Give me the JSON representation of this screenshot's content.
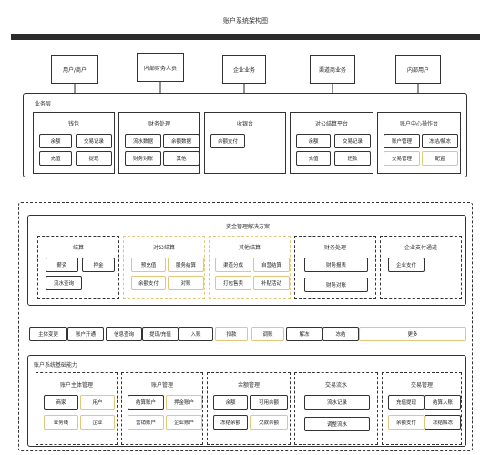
{
  "title": "账户系统架构图",
  "top_boxes": [
    "用户/商户",
    "内部财务人员",
    "企业业务",
    "渠道商业务",
    "内部用户"
  ],
  "business_layer": {
    "label": "业务层",
    "columns": [
      {
        "title": "钱包",
        "items": [
          "余额",
          "交易记录",
          "充值",
          "提现"
        ]
      },
      {
        "title": "财务处理",
        "items": [
          "流水数据",
          "余额数据",
          "财务对账",
          "其他"
        ]
      },
      {
        "title": "收银台",
        "items": [
          "余额支付"
        ]
      },
      {
        "title": "对公结算平台",
        "items": [
          "余额",
          "交易记录",
          "充值",
          "还款"
        ]
      },
      {
        "title": "账户中心操作台",
        "items": [
          "账户管理",
          "冻结/解冻",
          "交易管理",
          "配置"
        ]
      }
    ]
  },
  "fund_solution": {
    "label": "资金管理解决方案",
    "groups": [
      {
        "title": "结算",
        "items": [
          "薪资",
          "押金",
          "流水查询"
        ]
      },
      {
        "title": "对公结算",
        "items": [
          "预充值",
          "服务结算",
          "余额支付",
          "对账"
        ]
      },
      {
        "title": "其他结算",
        "items": [
          "渠道分成",
          "自营结算",
          "打包售卖",
          "补贴活动"
        ]
      },
      {
        "title": "财务处理",
        "items": [
          "财务报表",
          "财务对账"
        ]
      },
      {
        "title": "企业支付通道",
        "items": [
          "企业支付"
        ]
      }
    ]
  },
  "ops_row": [
    "主体变更",
    "账户开通",
    "信息查询",
    "提现/充值",
    "入账",
    "扣款",
    "调账",
    "解冻",
    "冻结",
    "更多"
  ],
  "base_capability": {
    "label": "账户系统基础能力",
    "groups": [
      {
        "title": "账户主体管理",
        "items": [
          "商家",
          "用户",
          "业务线",
          "企业"
        ]
      },
      {
        "title": "账户管理",
        "items": [
          "结算账户",
          "押金账户",
          "营销账户",
          "企业账户"
        ]
      },
      {
        "title": "余额管理",
        "items": [
          "余额",
          "可用余额",
          "冻结余额",
          "欠款余额"
        ]
      },
      {
        "title": "交易流水",
        "items": [
          "流水记录",
          "调整流水"
        ]
      },
      {
        "title": "交易管理",
        "items": [
          "充值提现",
          "结算入账",
          "余额支付",
          "冻结解冻"
        ]
      }
    ]
  }
}
